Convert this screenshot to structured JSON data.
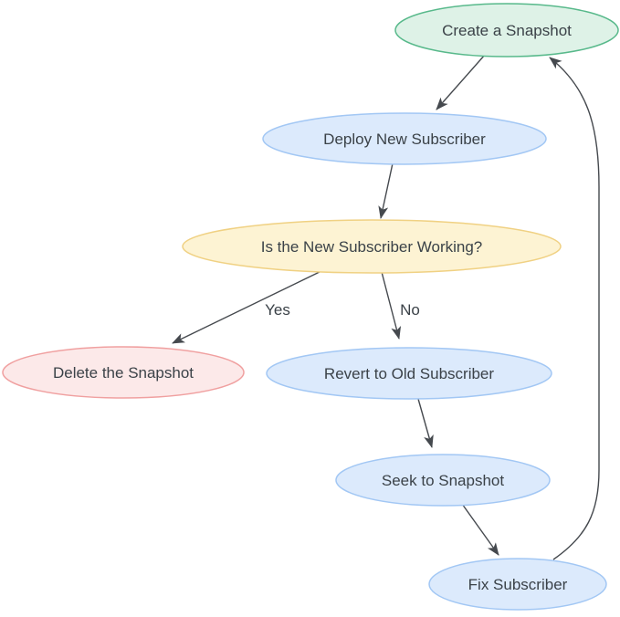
{
  "diagram": {
    "type": "flowchart",
    "background": "#ffffff",
    "text_color": "#3b4248",
    "arrow_color": "#45494e",
    "nodes": [
      {
        "id": "create-snapshot",
        "label": "Create a Snapshot",
        "shape": "ellipse",
        "fill": "#def2e7",
        "stroke": "#58b98b"
      },
      {
        "id": "deploy-new-subscriber",
        "label": "Deploy New Subscriber",
        "shape": "ellipse",
        "fill": "#dceafc",
        "stroke": "#a2c7f4"
      },
      {
        "id": "is-subscriber-working",
        "label": "Is the New Subscriber Working?",
        "shape": "ellipse",
        "fill": "#fdf3d3",
        "stroke": "#f0d183"
      },
      {
        "id": "delete-snapshot",
        "label": "Delete the Snapshot",
        "shape": "ellipse",
        "fill": "#fce9e9",
        "stroke": "#f0a0a0"
      },
      {
        "id": "revert-old-subscriber",
        "label": "Revert to Old Subscriber",
        "shape": "ellipse",
        "fill": "#dceafc",
        "stroke": "#a2c7f4"
      },
      {
        "id": "seek-to-snapshot",
        "label": "Seek to Snapshot",
        "shape": "ellipse",
        "fill": "#dceafc",
        "stroke": "#a2c7f4"
      },
      {
        "id": "fix-subscriber",
        "label": "Fix Subscriber",
        "shape": "ellipse",
        "fill": "#dceafc",
        "stroke": "#a2c7f4"
      }
    ],
    "edges": [
      {
        "from": "create-snapshot",
        "to": "deploy-new-subscriber",
        "label": ""
      },
      {
        "from": "deploy-new-subscriber",
        "to": "is-subscriber-working",
        "label": ""
      },
      {
        "from": "is-subscriber-working",
        "to": "delete-snapshot",
        "label": "Yes"
      },
      {
        "from": "is-subscriber-working",
        "to": "revert-old-subscriber",
        "label": "No"
      },
      {
        "from": "revert-old-subscriber",
        "to": "seek-to-snapshot",
        "label": ""
      },
      {
        "from": "seek-to-snapshot",
        "to": "fix-subscriber",
        "label": ""
      },
      {
        "from": "fix-subscriber",
        "to": "create-snapshot",
        "label": ""
      }
    ]
  }
}
